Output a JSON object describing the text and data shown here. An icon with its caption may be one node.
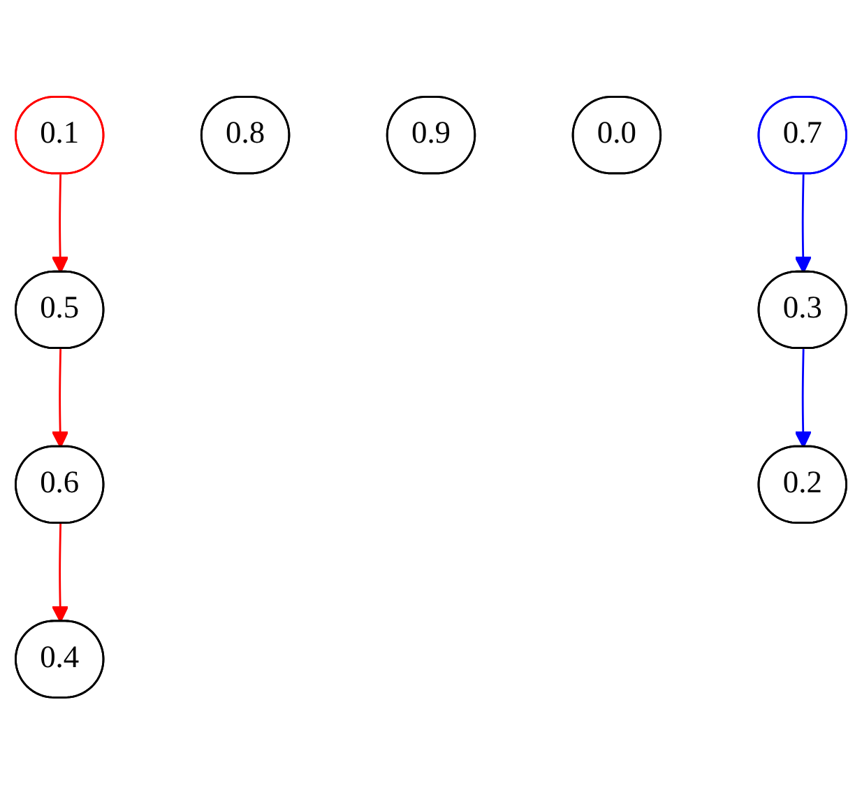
{
  "diagram": {
    "nodes": [
      {
        "text": [
          "0.7"
        ]
      },
      {
        "text": [
          "0.8"
        ]
      },
      {
        "text": [
          "0.6"
        ]
      },
      {
        "text": [
          "0.9"
        ]
      },
      {
        "text": [
          "0.5"
        ]
      },
      {
        "text": [
          "0.0"
        ]
      },
      {
        "text": [
          "0.4"
        ]
      },
      {
        "text": [
          "0.1"
        ]
      },
      {
        "text": [
          "0.3"
        ]
      },
      {
        "text": [
          "0.2"
        ]
      }
    ],
    "edges": [
      {
        "from": 0,
        "to": 8,
        "arrow": "to",
        "color": "#0000ff"
      },
      {
        "from": 8,
        "to": 9,
        "arrow": "to",
        "color": "#0000ff"
      },
      {
        "from": 7,
        "to": 4,
        "arrow": "to",
        "color": "#ff0000"
      },
      {
        "from": 4,
        "to": 2,
        "arrow": "to",
        "color": "#ff0000"
      },
      {
        "from": 2,
        "to": 6,
        "arrow": "to",
        "color": "#ff0000"
      }
    ]
  }
}
